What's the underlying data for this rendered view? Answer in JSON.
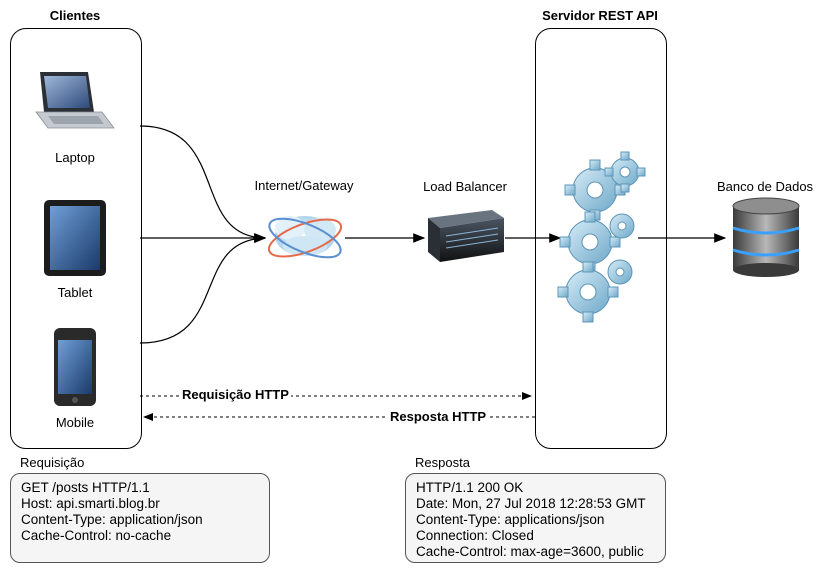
{
  "clients": {
    "title": "Clientes",
    "devices": [
      "Laptop",
      "Tablet",
      "Mobile"
    ]
  },
  "server": {
    "title": "Servidor REST API"
  },
  "internet_label": "Internet/Gateway",
  "load_balancer_label": "Load Balancer",
  "database_label": "Banco de Dados",
  "flows": {
    "request_label": "Requisição HTTP",
    "response_label": "Resposta HTTP"
  },
  "request": {
    "title": "Requisição",
    "lines": [
      "GET /posts HTTP/1.1",
      "Host: api.smarti.blog.br",
      "Content-Type: application/json",
      "Cache-Control: no-cache"
    ]
  },
  "response": {
    "title": "Resposta",
    "lines": [
      "HTTP/1.1 200 OK",
      "Date: Mon, 27 Jul 2018 12:28:53 GMT",
      "Content-Type: applications/json",
      "Connection: Closed",
      "Cache-Control: max-age=3600, public"
    ]
  }
}
